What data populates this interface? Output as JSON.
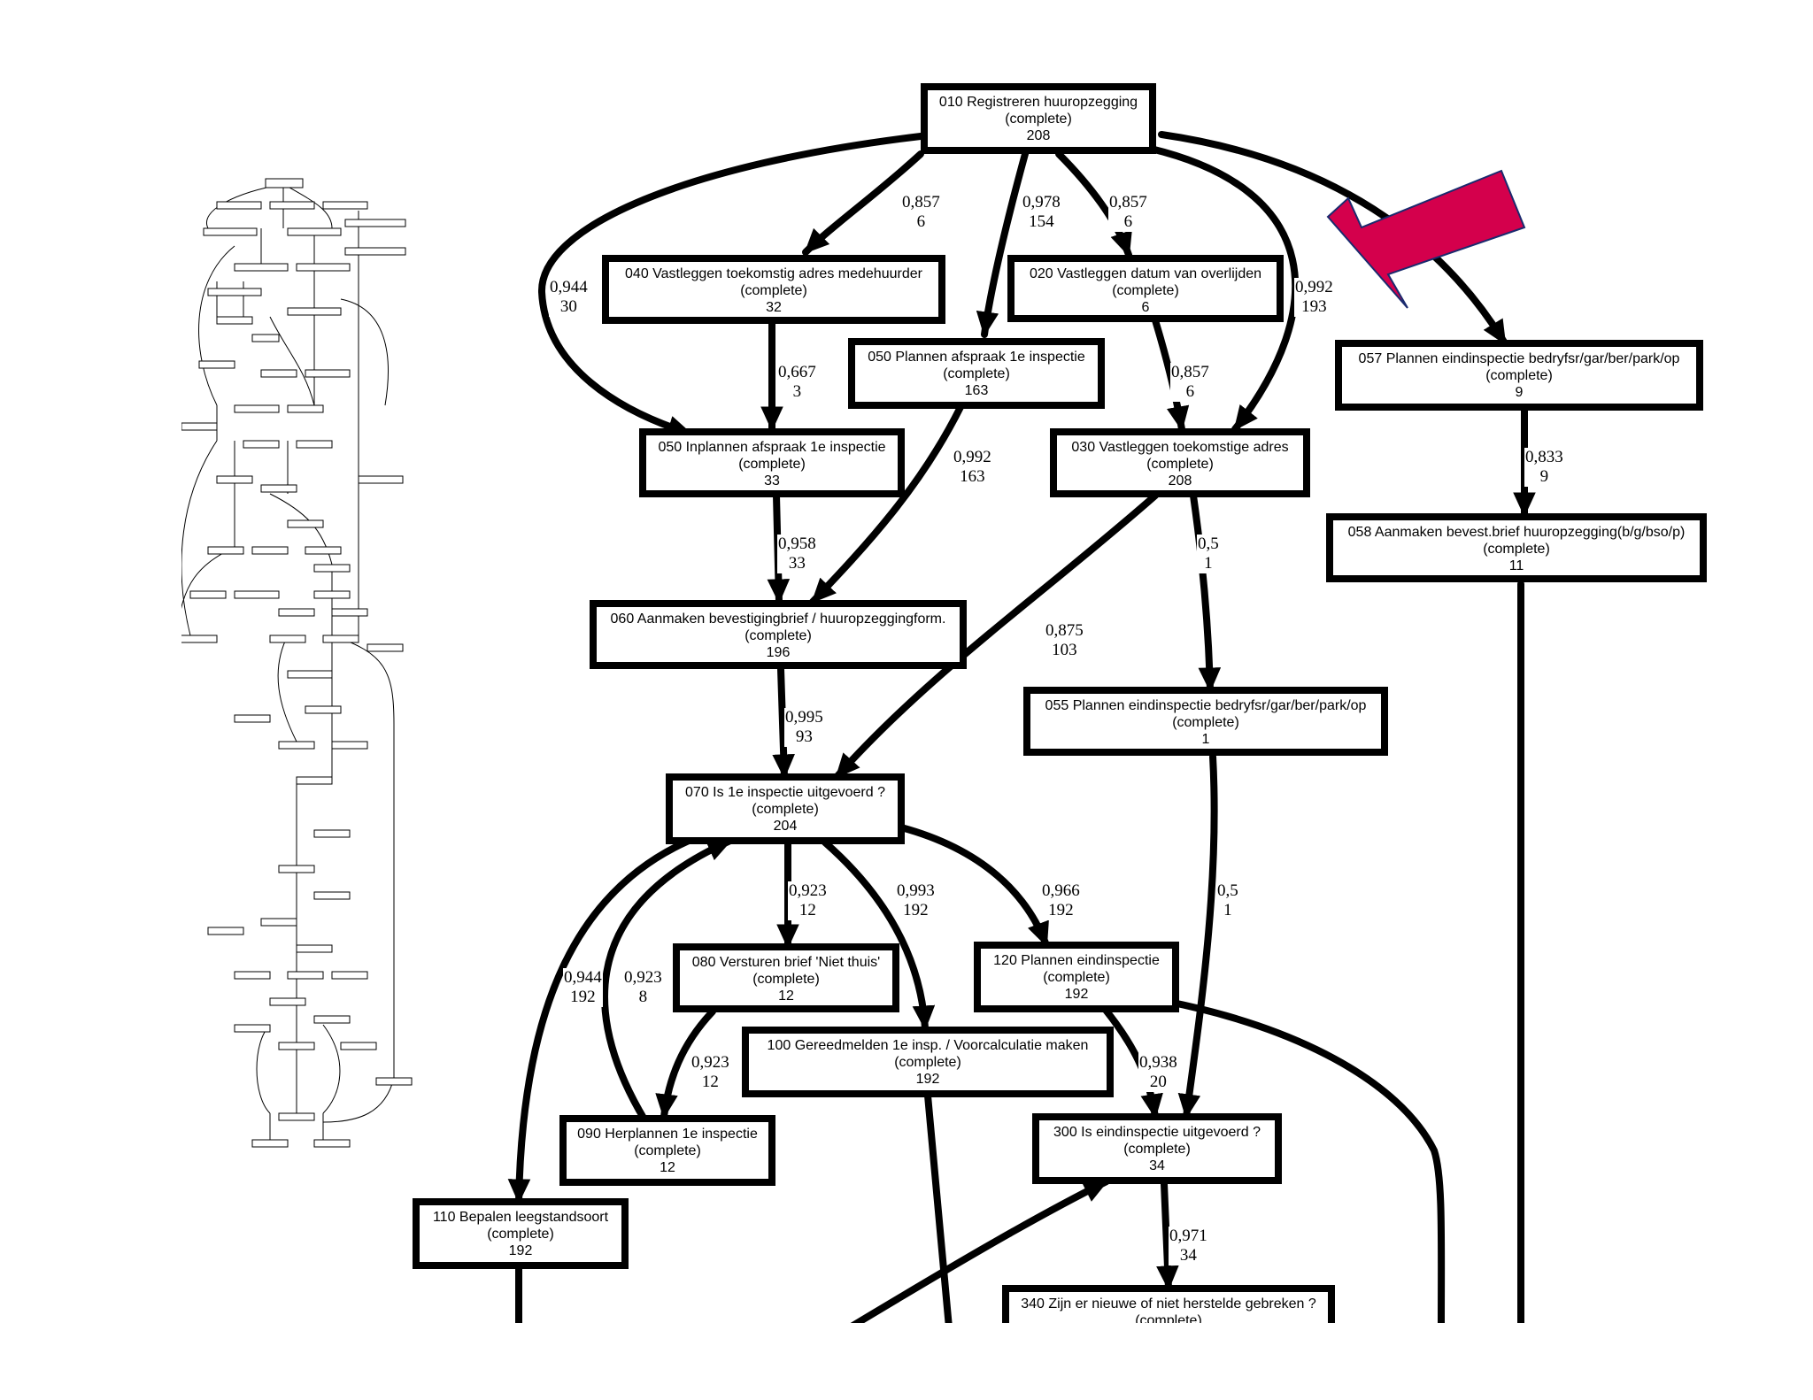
{
  "accent_color": "#d4004c",
  "overview_icon": "process-map-thumbnail",
  "arrow_icon": "highlight-arrow-icon",
  "nodes": [
    {
      "id": "n010",
      "title": "010 Registreren huuropzegging",
      "status": "(complete)",
      "count": "208"
    },
    {
      "id": "n040",
      "title": "040 Vastleggen toekomstig adres medehuurder",
      "status": "(complete)",
      "count": "32"
    },
    {
      "id": "n020",
      "title": "020 Vastleggen datum van overlijden",
      "status": "(complete)",
      "count": "6"
    },
    {
      "id": "n050a",
      "title": "050 Plannen afspraak 1e inspectie",
      "status": "(complete)",
      "count": "163"
    },
    {
      "id": "n057",
      "title": "057 Plannen eindinspectie bedryfsr/gar/ber/park/op",
      "status": "(complete)",
      "count": "9"
    },
    {
      "id": "n050b",
      "title": "050 Inplannen afspraak 1e inspectie",
      "status": "(complete)",
      "count": "33"
    },
    {
      "id": "n030",
      "title": "030 Vastleggen toekomstige adres",
      "status": "(complete)",
      "count": "208"
    },
    {
      "id": "n058",
      "title": "058 Aanmaken bevest.brief huuropzegging(b/g/bso/p)",
      "status": "(complete)",
      "count": "11"
    },
    {
      "id": "n060",
      "title": "060 Aanmaken bevestigingbrief / huuropzeggingform.",
      "status": "(complete)",
      "count": "196"
    },
    {
      "id": "n055",
      "title": "055 Plannen eindinspectie bedryfsr/gar/ber/park/op",
      "status": "(complete)",
      "count": "1"
    },
    {
      "id": "n070",
      "title": "070 Is 1e inspectie uitgevoerd ?",
      "status": "(complete)",
      "count": "204"
    },
    {
      "id": "n080",
      "title": "080 Versturen brief 'Niet thuis'",
      "status": "(complete)",
      "count": "12"
    },
    {
      "id": "n120",
      "title": "120 Plannen eindinspectie",
      "status": "(complete)",
      "count": "192"
    },
    {
      "id": "n100",
      "title": "100 Gereedmelden 1e insp. / Voorcalculatie maken",
      "status": "(complete)",
      "count": "192"
    },
    {
      "id": "n090",
      "title": "090 Herplannen 1e inspectie",
      "status": "(complete)",
      "count": "12"
    },
    {
      "id": "n300",
      "title": "300 Is eindinspectie uitgevoerd ?",
      "status": "(complete)",
      "count": "34"
    },
    {
      "id": "n110",
      "title": "110 Bepalen leegstandsoort",
      "status": "(complete)",
      "count": "192"
    },
    {
      "id": "n340",
      "title": "340 Zijn er nieuwe of niet herstelde gebreken ?",
      "status": "(complete)",
      "count": ""
    }
  ],
  "edges": [
    {
      "id": "e010_040",
      "value": "0,857",
      "count": "6"
    },
    {
      "id": "e010_050a",
      "value": "0,978",
      "count": "154"
    },
    {
      "id": "e010_020",
      "value": "0,857",
      "count": "6"
    },
    {
      "id": "e010_050b",
      "value": "0,944",
      "count": "30"
    },
    {
      "id": "e010_030",
      "value": "0,992",
      "count": "193"
    },
    {
      "id": "e040_050b",
      "value": "0,667",
      "count": "3"
    },
    {
      "id": "e020_030",
      "value": "0,857",
      "count": "6"
    },
    {
      "id": "e057_058",
      "value": "0,833",
      "count": "9"
    },
    {
      "id": "e050a_060",
      "value": "0,992",
      "count": "163"
    },
    {
      "id": "e050b_060",
      "value": "0,958",
      "count": "33"
    },
    {
      "id": "e030_055",
      "value": "0,5",
      "count": "1"
    },
    {
      "id": "e030_070",
      "value": "0,875",
      "count": "103"
    },
    {
      "id": "e060_070",
      "value": "0,995",
      "count": "93"
    },
    {
      "id": "e070_080",
      "value": "0,923",
      "count": "12"
    },
    {
      "id": "e070_100",
      "value": "0,993",
      "count": "192"
    },
    {
      "id": "e070_120",
      "value": "0,966",
      "count": "192"
    },
    {
      "id": "e055_300",
      "value": "0,5",
      "count": "1"
    },
    {
      "id": "e070_110",
      "value": "0,944",
      "count": "192"
    },
    {
      "id": "e090_070",
      "value": "0,923",
      "count": "8"
    },
    {
      "id": "e080_090",
      "value": "0,923",
      "count": "12"
    },
    {
      "id": "e120_300",
      "value": "0,938",
      "count": "20"
    },
    {
      "id": "e300_340",
      "value": "0,971",
      "count": "34"
    }
  ]
}
